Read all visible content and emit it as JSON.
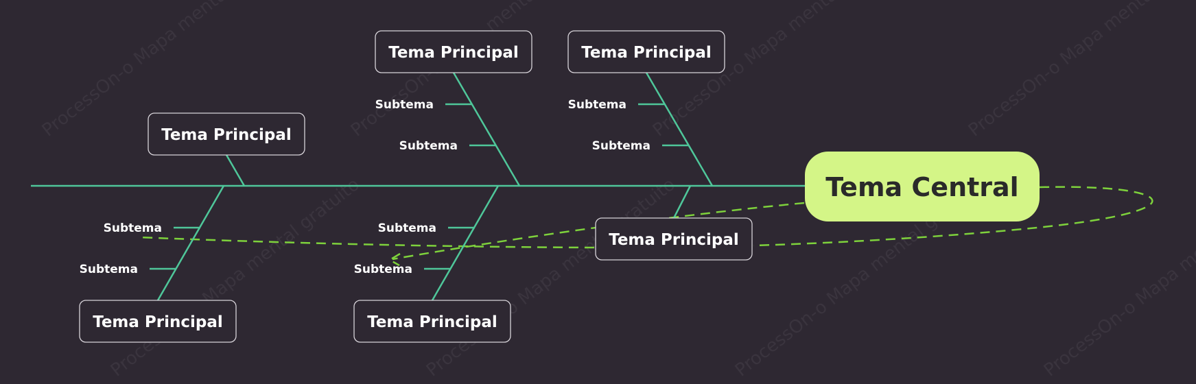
{
  "colors": {
    "background": "#2e2832",
    "bone": "#4fc79a",
    "central_fill": "#d4f587",
    "central_text": "#2a2a2a",
    "main_border": "#d8d4da",
    "dashed_link": "#7ed23c",
    "watermark": "#3a343e"
  },
  "watermark": {
    "text": "ProcessOn-o Mapa mental gratuito"
  },
  "central": {
    "label": "Tema Central"
  },
  "topics": [
    {
      "label": "Tema Principal",
      "subtopics": []
    },
    {
      "label": "Tema Principal",
      "subtopics": [
        {
          "label": "Subtema"
        },
        {
          "label": "Subtema"
        }
      ]
    },
    {
      "label": "Tema Principal",
      "subtopics": [
        {
          "label": "Subtema"
        },
        {
          "label": "Subtema"
        }
      ]
    },
    {
      "label": "Tema Principal",
      "subtopics": [
        {
          "label": "Subtema"
        },
        {
          "label": "Subtema"
        }
      ]
    },
    {
      "label": "Tema Principal",
      "subtopics": [
        {
          "label": "Subtema"
        },
        {
          "label": "Subtema"
        }
      ]
    },
    {
      "label": "Tema Principal",
      "subtopics": []
    }
  ]
}
